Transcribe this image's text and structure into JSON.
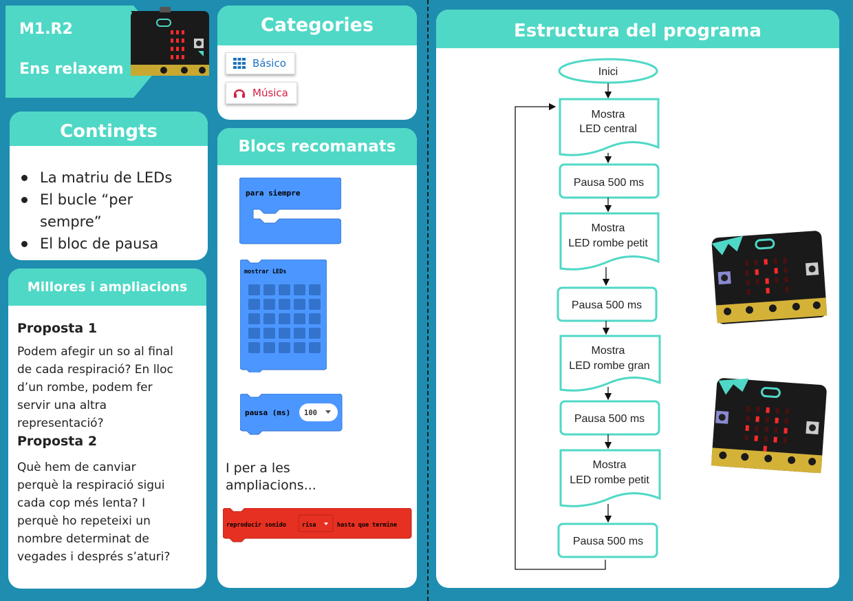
{
  "title": {
    "code": "M1.R2",
    "name": "Ens relaxem"
  },
  "continguts": {
    "heading": "Contingts",
    "items": [
      "La matriu de LEDs",
      "El bucle “per",
      "sempre”",
      "El bloc de pausa"
    ]
  },
  "millores": {
    "heading": "Millores i ampliacions",
    "p1_title": "Proposta 1",
    "p1_lines": [
      "Podem afegir un so al final",
      "de cada respiració? En lloc",
      "d’un rombe, podem fer",
      "servir una altra",
      "representació?"
    ],
    "p2_title": "Proposta 2",
    "p2_lines": [
      "Què hem de canviar",
      "perquè la respiració sigui",
      "cada cop més lenta? I",
      "perquè ho repeteixi un",
      "nombre determinat de",
      "vegades i després s’aturi?"
    ]
  },
  "categories": {
    "heading": "Categories",
    "items": [
      {
        "label": "Básico",
        "icon": "grid-icon",
        "color": "#1e73be"
      },
      {
        "label": "Música",
        "icon": "headphones-icon",
        "color": "#d02040"
      }
    ]
  },
  "blocs": {
    "heading": "Blocs recomanats",
    "forever": "para siempre",
    "show_leds": "mostrar LEDs",
    "pause": "pausa (ms)",
    "pause_value": "100",
    "ampli_line1": "I per a les",
    "ampli_line2": "ampliacions...",
    "sound": "reproducir sonido",
    "sound_value": "risa",
    "sound_tail": "hasta que termine",
    "colors": {
      "basic": "#4c97ff",
      "music": "#e63022"
    }
  },
  "estructura": {
    "heading": "Estructura del programa",
    "start": "Inici",
    "steps": [
      {
        "line1": "Mostra",
        "line2": "LED central"
      },
      {
        "line1": "Pausa 500 ms"
      },
      {
        "line1": "Mostra",
        "line2": "LED rombe petit"
      },
      {
        "line1": "Pausa 500 ms"
      },
      {
        "line1": "Mostra",
        "line2": "LED rombe gran"
      },
      {
        "line1": "Pausa 500 ms"
      },
      {
        "line1": "Mostra",
        "line2": "LED rombe petit"
      },
      {
        "line1": "Pausa 500 ms"
      }
    ]
  },
  "colors": {
    "background": "#1e8db0",
    "accent": "#4fd8c6",
    "led": "#ff2a2a"
  }
}
